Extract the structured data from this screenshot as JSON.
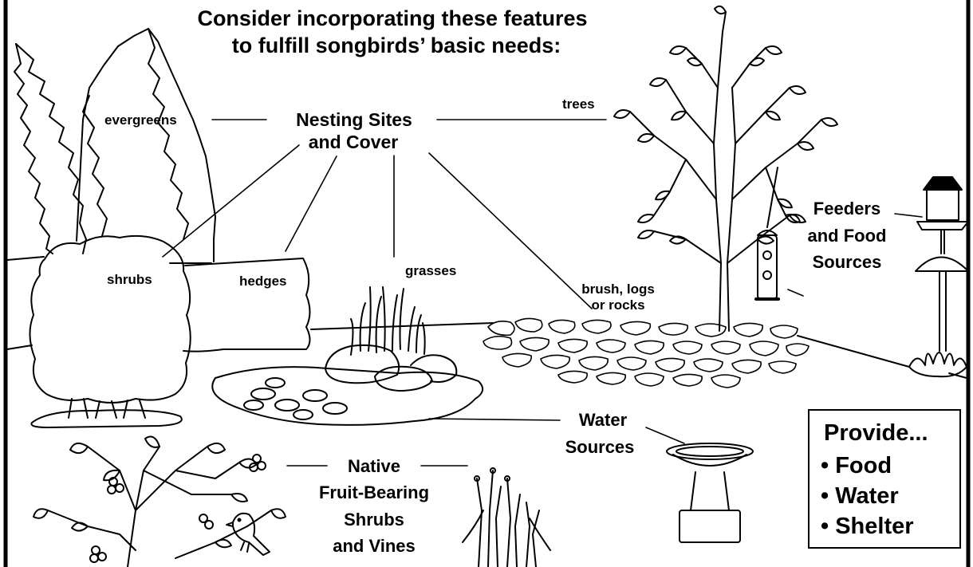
{
  "title": {
    "line1": "Consider incorporating these features",
    "line2": "to fulfill songbirds’ basic needs:"
  },
  "nesting": {
    "heading_line1": "Nesting Sites",
    "heading_line2": "and Cover",
    "items": {
      "evergreens": "evergreens",
      "trees": "trees",
      "shrubs": "shrubs",
      "hedges": "hedges",
      "grasses": "grasses",
      "brush_line1": "brush, logs",
      "brush_line2": "or rocks"
    }
  },
  "feeders": {
    "line1": "Feeders",
    "line2": "and Food",
    "line3": "Sources"
  },
  "water": {
    "line1": "Water",
    "line2": "Sources"
  },
  "native": {
    "line1": "Native",
    "line2": "Fruit-Bearing",
    "line3": "Shrubs",
    "line4": "and Vines"
  },
  "provide": {
    "heading": "Provide...",
    "items": [
      "• Food",
      "• Water",
      "• Shelter"
    ]
  }
}
